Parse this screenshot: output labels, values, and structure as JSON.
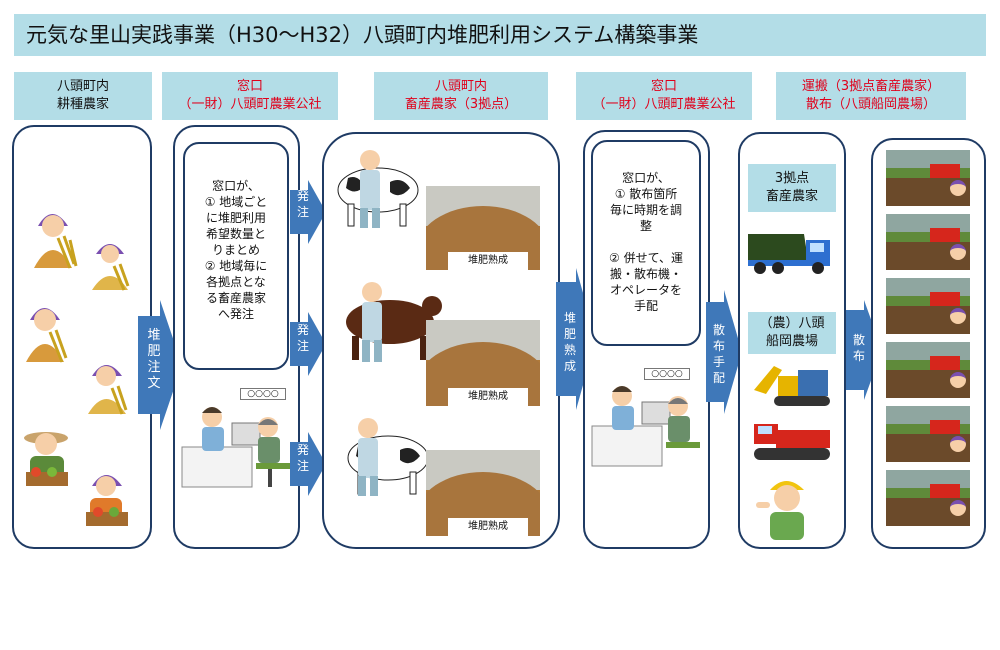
{
  "title": "元気な里山実践事業（H30〜H32）八頭町内堆肥利用システム構築事業",
  "headers": [
    {
      "line1": "八頭町内",
      "line2": "耕種農家"
    },
    {
      "line1": "窓口",
      "line2": "（一財）八頭町農業公社"
    },
    {
      "line1": "八頭町内",
      "line2": "畜産農家（3拠点）"
    },
    {
      "line1": "窓口",
      "line2": "（一財）八頭町農業公社"
    },
    {
      "line1": "運搬（3拠点畜産農家）",
      "line2": "散布（八頭船岡農場）"
    }
  ],
  "arrows": {
    "compost_order": "堆肥注文",
    "place_order": "発注",
    "compost_matured": "堆肥熟成",
    "spread_arrange": "散布手配",
    "spread": "散布"
  },
  "window1": {
    "lines": [
      "窓口が、",
      "① 地域ごと",
      "に堆肥利用",
      "希望数量と",
      "りまとめ",
      "② 地域毎に",
      "各拠点とな",
      "る畜産農家",
      "へ発注"
    ]
  },
  "window2": {
    "lines": [
      "窓口が、",
      "① 散布箇所",
      "毎に時期を調",
      "整",
      "",
      "② 併せて、運",
      "搬・散布機・",
      "オペレータを",
      "手配"
    ]
  },
  "pile_label": "堆肥熟成",
  "office_sign": "○○○○",
  "livestock_farmer": {
    "line1": "3拠点",
    "line2": "畜産農家"
  },
  "funaoka_farm": {
    "line1": "（農）八頭",
    "line2": "船岡農場"
  },
  "colors": {
    "header_bg": "#b3dde7",
    "accent_red": "#e0001b",
    "arrow_blue": "#3f78b9",
    "border": "#1f3b64"
  }
}
